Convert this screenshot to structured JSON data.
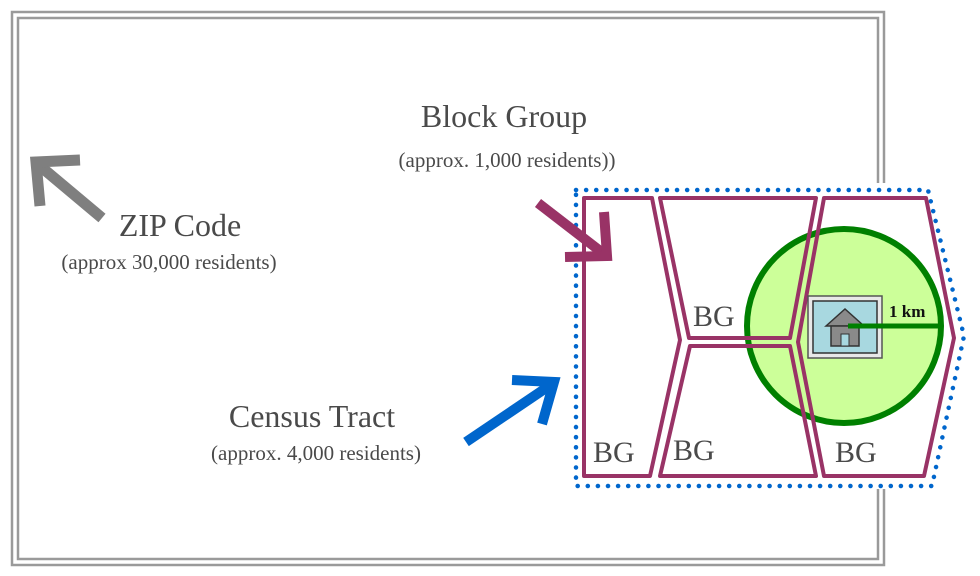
{
  "colors": {
    "zip": "#808080",
    "block_group": "#993366",
    "census_tract": "#0066CC",
    "buffer_fill": "#CCFF99",
    "buffer_stroke": "#008000",
    "house_fill": "#A8D8E0"
  },
  "labels": {
    "zip_title": "ZIP Code",
    "zip_sub": "(approx 30,000 residents)",
    "bg_title": "Block Group",
    "bg_sub": "(approx. 1,000 residents))",
    "tract_title": "Census Tract",
    "tract_sub": "(approx. 4,000 residents)",
    "bg_short": "BG",
    "radius": "1 km"
  },
  "icons": {
    "zip_arrow": "arrow-up-left-icon",
    "bg_arrow": "arrow-down-right-icon",
    "tract_arrow": "arrow-up-right-icon",
    "home": "house-icon"
  }
}
